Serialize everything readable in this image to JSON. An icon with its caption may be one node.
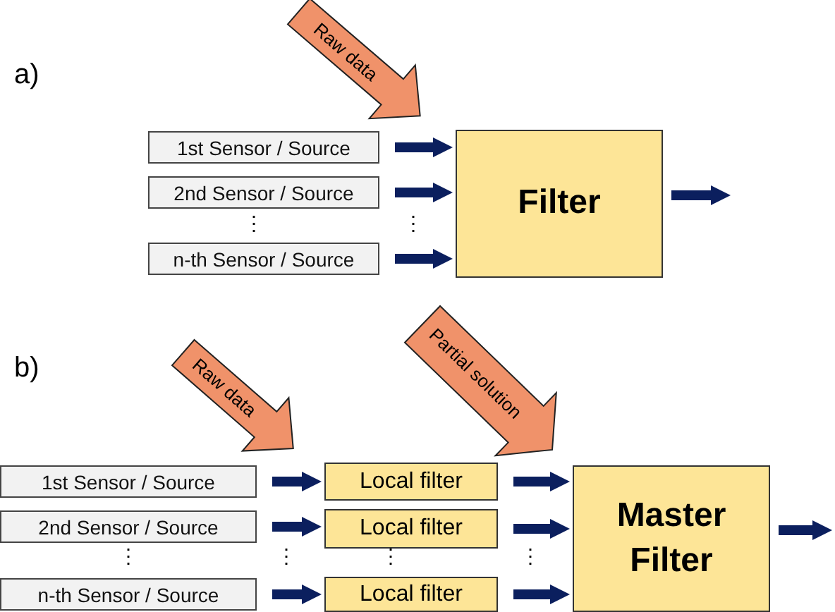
{
  "diagram": {
    "nodes": [
      {
        "text": [
          "1st Sensor / Source"
        ]
      },
      {
        "text": [
          "2nd Sensor / Source"
        ]
      },
      {
        "text": [
          "n-th Sensor / Source"
        ]
      },
      {
        "text": [
          "Filter"
        ]
      },
      {
        "text": [
          "Raw data"
        ]
      },
      {
        "text": [
          "1st Sensor / Source"
        ]
      },
      {
        "text": [
          "2nd Sensor / Source"
        ]
      },
      {
        "text": [
          "n-th Sensor / Source"
        ]
      },
      {
        "text": [
          "Local filter"
        ]
      },
      {
        "text": [
          "Local filter"
        ]
      },
      {
        "text": [
          "Local filter"
        ]
      },
      {
        "text": [
          "Master Filter"
        ]
      },
      {
        "text": [
          "Raw data"
        ]
      },
      {
        "text": [
          "Partial solution"
        ]
      }
    ],
    "edges": [
      {
        "from": 0,
        "to": 3,
        "arrow": "to"
      },
      {
        "from": 1,
        "to": 3,
        "arrow": "to"
      },
      {
        "from": 2,
        "to": 3,
        "arrow": "to"
      },
      {
        "from": 3,
        "to": null,
        "arrow": "to"
      },
      {
        "from": 5,
        "to": 8,
        "arrow": "to"
      },
      {
        "from": 6,
        "to": 9,
        "arrow": "to"
      },
      {
        "from": 7,
        "to": 10,
        "arrow": "to"
      },
      {
        "from": 8,
        "to": 11,
        "arrow": "to"
      },
      {
        "from": 9,
        "to": 11,
        "arrow": "to"
      },
      {
        "from": 10,
        "to": 11,
        "arrow": "to"
      },
      {
        "from": 11,
        "to": null,
        "arrow": "to"
      }
    ],
    "labels": [
      "a)",
      "⋮",
      "⋮",
      "b)",
      "⋮",
      "⋮",
      "⋮",
      "⋮"
    ]
  }
}
